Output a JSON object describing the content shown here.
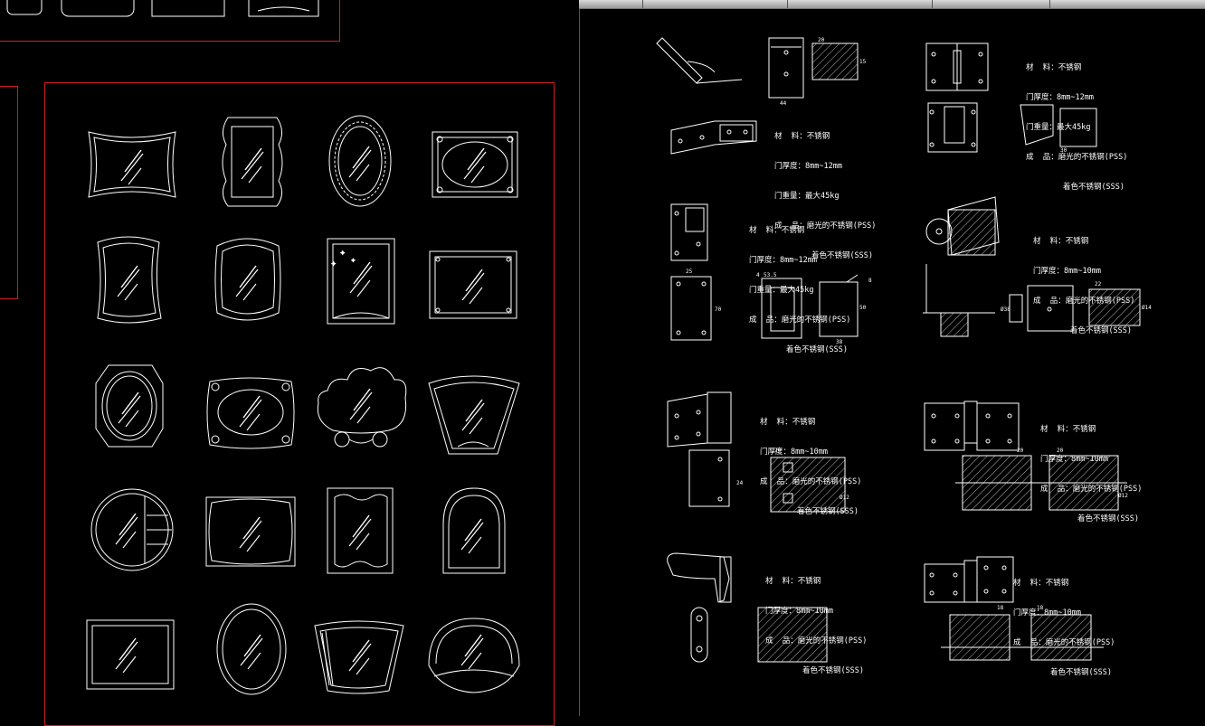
{
  "specs": [
    {
      "id": "spec-1",
      "lines": [
        "材  料：不锈钢",
        "门厚度：8mm~12mm",
        "门重量：最大45kg",
        "成  品：磨光的不锈钢(PSS)",
        "        着色不锈钢(SSS)"
      ]
    },
    {
      "id": "spec-2",
      "lines": [
        "材  料：不锈钢",
        "门厚度：8mm~12mm",
        "门重量：最大45kg",
        "成  品：磨光的不锈钢(PSS)",
        "        着色不锈钢(SSS)"
      ]
    },
    {
      "id": "spec-3",
      "lines": [
        "材  料：不锈钢",
        "门厚度：8mm~12mm",
        "门重量：最大45kg",
        "成  品：磨光的不锈钢(PSS)",
        "        着色不锈钢(SSS)"
      ]
    },
    {
      "id": "spec-4",
      "lines": [
        "材  料：不锈钢",
        "门厚度：8mm~10mm",
        "成  品：磨光的不锈钢(PSS)",
        "        着色不锈钢(SSS)"
      ]
    },
    {
      "id": "spec-5",
      "lines": [
        "材  料：不锈钢",
        "门厚度：8mm~10mm",
        "成  品：磨光的不锈钢(PSS)",
        "        着色不锈钢(SSS)"
      ]
    },
    {
      "id": "spec-6",
      "lines": [
        "材  料：不锈钢",
        "门厚度：8mm~10mm",
        "成  品：磨光的不锈钢(PSS)",
        "        着色不锈钢(SSS)"
      ]
    },
    {
      "id": "spec-7",
      "lines": [
        "材  料：不锈钢",
        "门厚度：8mm~10mm",
        "成  品：磨光的不锈钢(PSS)",
        "        着色不锈钢(SSS)"
      ]
    },
    {
      "id": "spec-8",
      "lines": [
        "材  料：不锈钢",
        "门厚度：8mm~10mm",
        "成  品：磨光的不锈钢(PSS)",
        "        着色不锈钢(SSS)"
      ]
    }
  ],
  "dimension_labels": [
    "20",
    "44",
    "15",
    "25",
    "53.5",
    "70",
    "38",
    "4",
    "8",
    "50",
    "30",
    "22",
    "Ø38",
    "Ø14",
    "24",
    "18",
    "Ø12"
  ],
  "colors": {
    "background": "#000000",
    "linework": "#ffffff",
    "frame": "#d21d1d",
    "tabbar": "#c8c8c8"
  }
}
